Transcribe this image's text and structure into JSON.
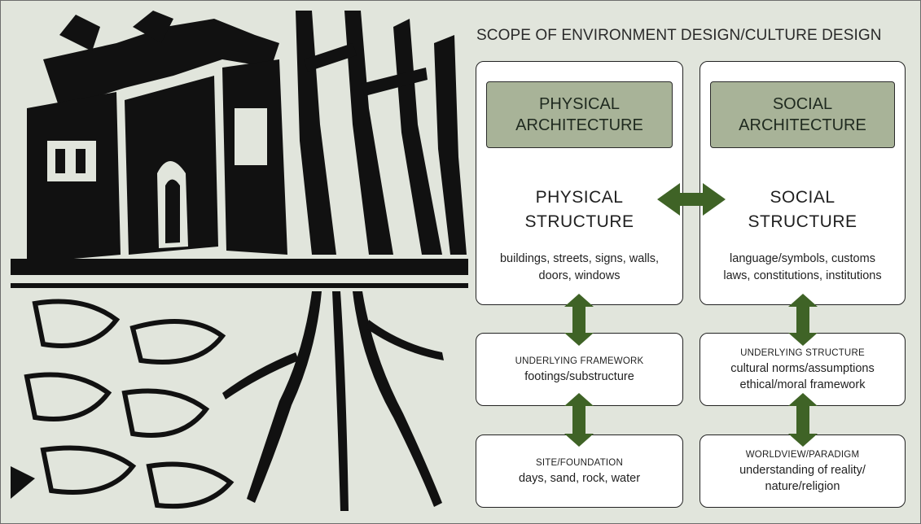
{
  "title": "SCOPE OF ENVIRONMENT DESIGN/CULTURE DESIGN",
  "colors": {
    "background": "#e1e5dc",
    "arch_box": "#a8b398",
    "arrow": "#3f6326",
    "ink": "#111111"
  },
  "illustration": {
    "description_icon": "building-with-roots-woodcut"
  },
  "left": {
    "architecture": "PHYSICAL\nARCHITECTURE",
    "structure": "PHYSICAL\nSTRUCTURE",
    "examples": "buildings, streets, signs, walls,\ndoors, windows",
    "framework_heading": "UNDERLYING FRAMEWORK",
    "framework_body": "footings/substructure",
    "foundation_heading": "SITE/FOUNDATION",
    "foundation_body": "days, sand, rock, water"
  },
  "right": {
    "architecture": "SOCIAL\nARCHITECTURE",
    "structure": "SOCIAL\nSTRUCTURE",
    "examples": "language/symbols, customs\nlaws, constitutions, institutions",
    "framework_heading": "UNDERLYING STRUCTURE",
    "framework_body": "cultural norms/assumptions\nethical/moral framework",
    "foundation_heading": "WORLDVIEW/PARADIGM",
    "foundation_body": "understanding of reality/\nnature/religion"
  }
}
